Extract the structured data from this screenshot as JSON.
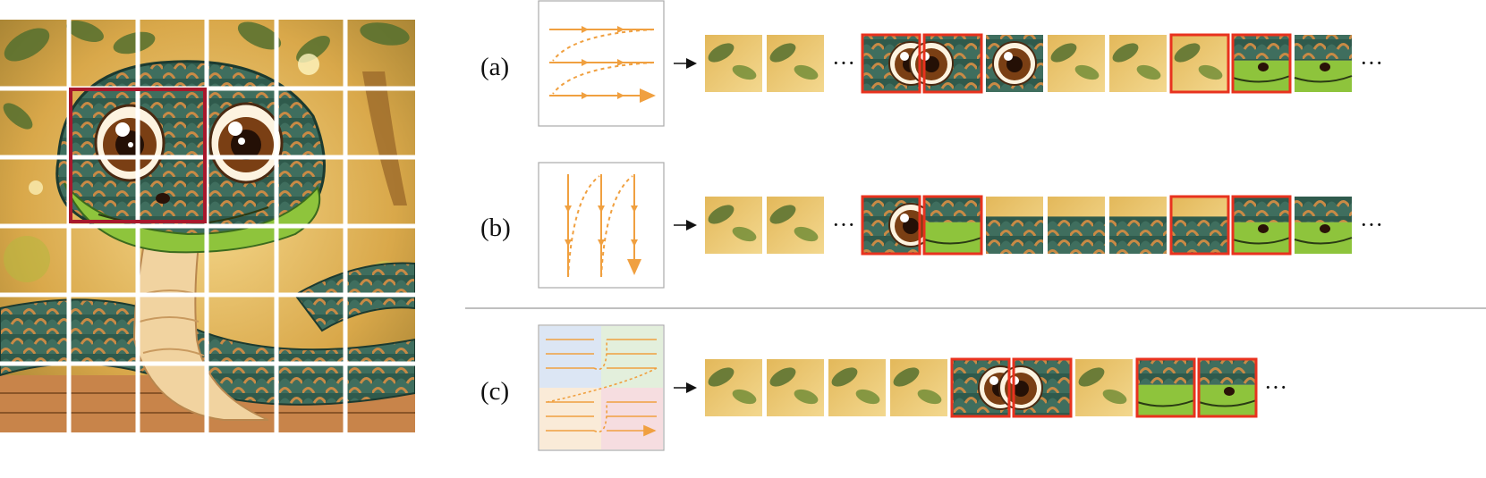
{
  "figure": {
    "rows": [
      {
        "id": "a",
        "label": "(a)",
        "scan": "row-major zigzag",
        "tiles": [
          "bg",
          "bg",
          "gap",
          "eye-l",
          "eye-l2",
          "eye-r",
          "bg",
          "bg",
          "bg",
          "nose",
          "nose2",
          "gap-end"
        ],
        "highlighted": [
          3,
          4,
          8,
          9
        ]
      },
      {
        "id": "b",
        "label": "(b)",
        "scan": "column-major zigzag",
        "tiles": [
          "bg",
          "bg",
          "gap",
          "eye-l",
          "snout",
          "body",
          "body",
          "body",
          "body",
          "nose",
          "nose2",
          "gap-end"
        ],
        "highlighted": [
          3,
          4,
          8,
          9
        ]
      },
      {
        "id": "c",
        "label": "(c)",
        "scan": "local window scan",
        "tiles": [
          "bg",
          "bg",
          "bg",
          "bg",
          "eye-l",
          "eye-l2",
          "bg",
          "snout",
          "nose2",
          "gap-end"
        ],
        "highlighted": [
          4,
          5,
          7,
          8
        ]
      }
    ],
    "ellipsis": "···",
    "colors": {
      "arrow": "#f0a040",
      "highlight": "#e8321e",
      "grid_box": "#a8182c",
      "divider": "#999999"
    }
  }
}
